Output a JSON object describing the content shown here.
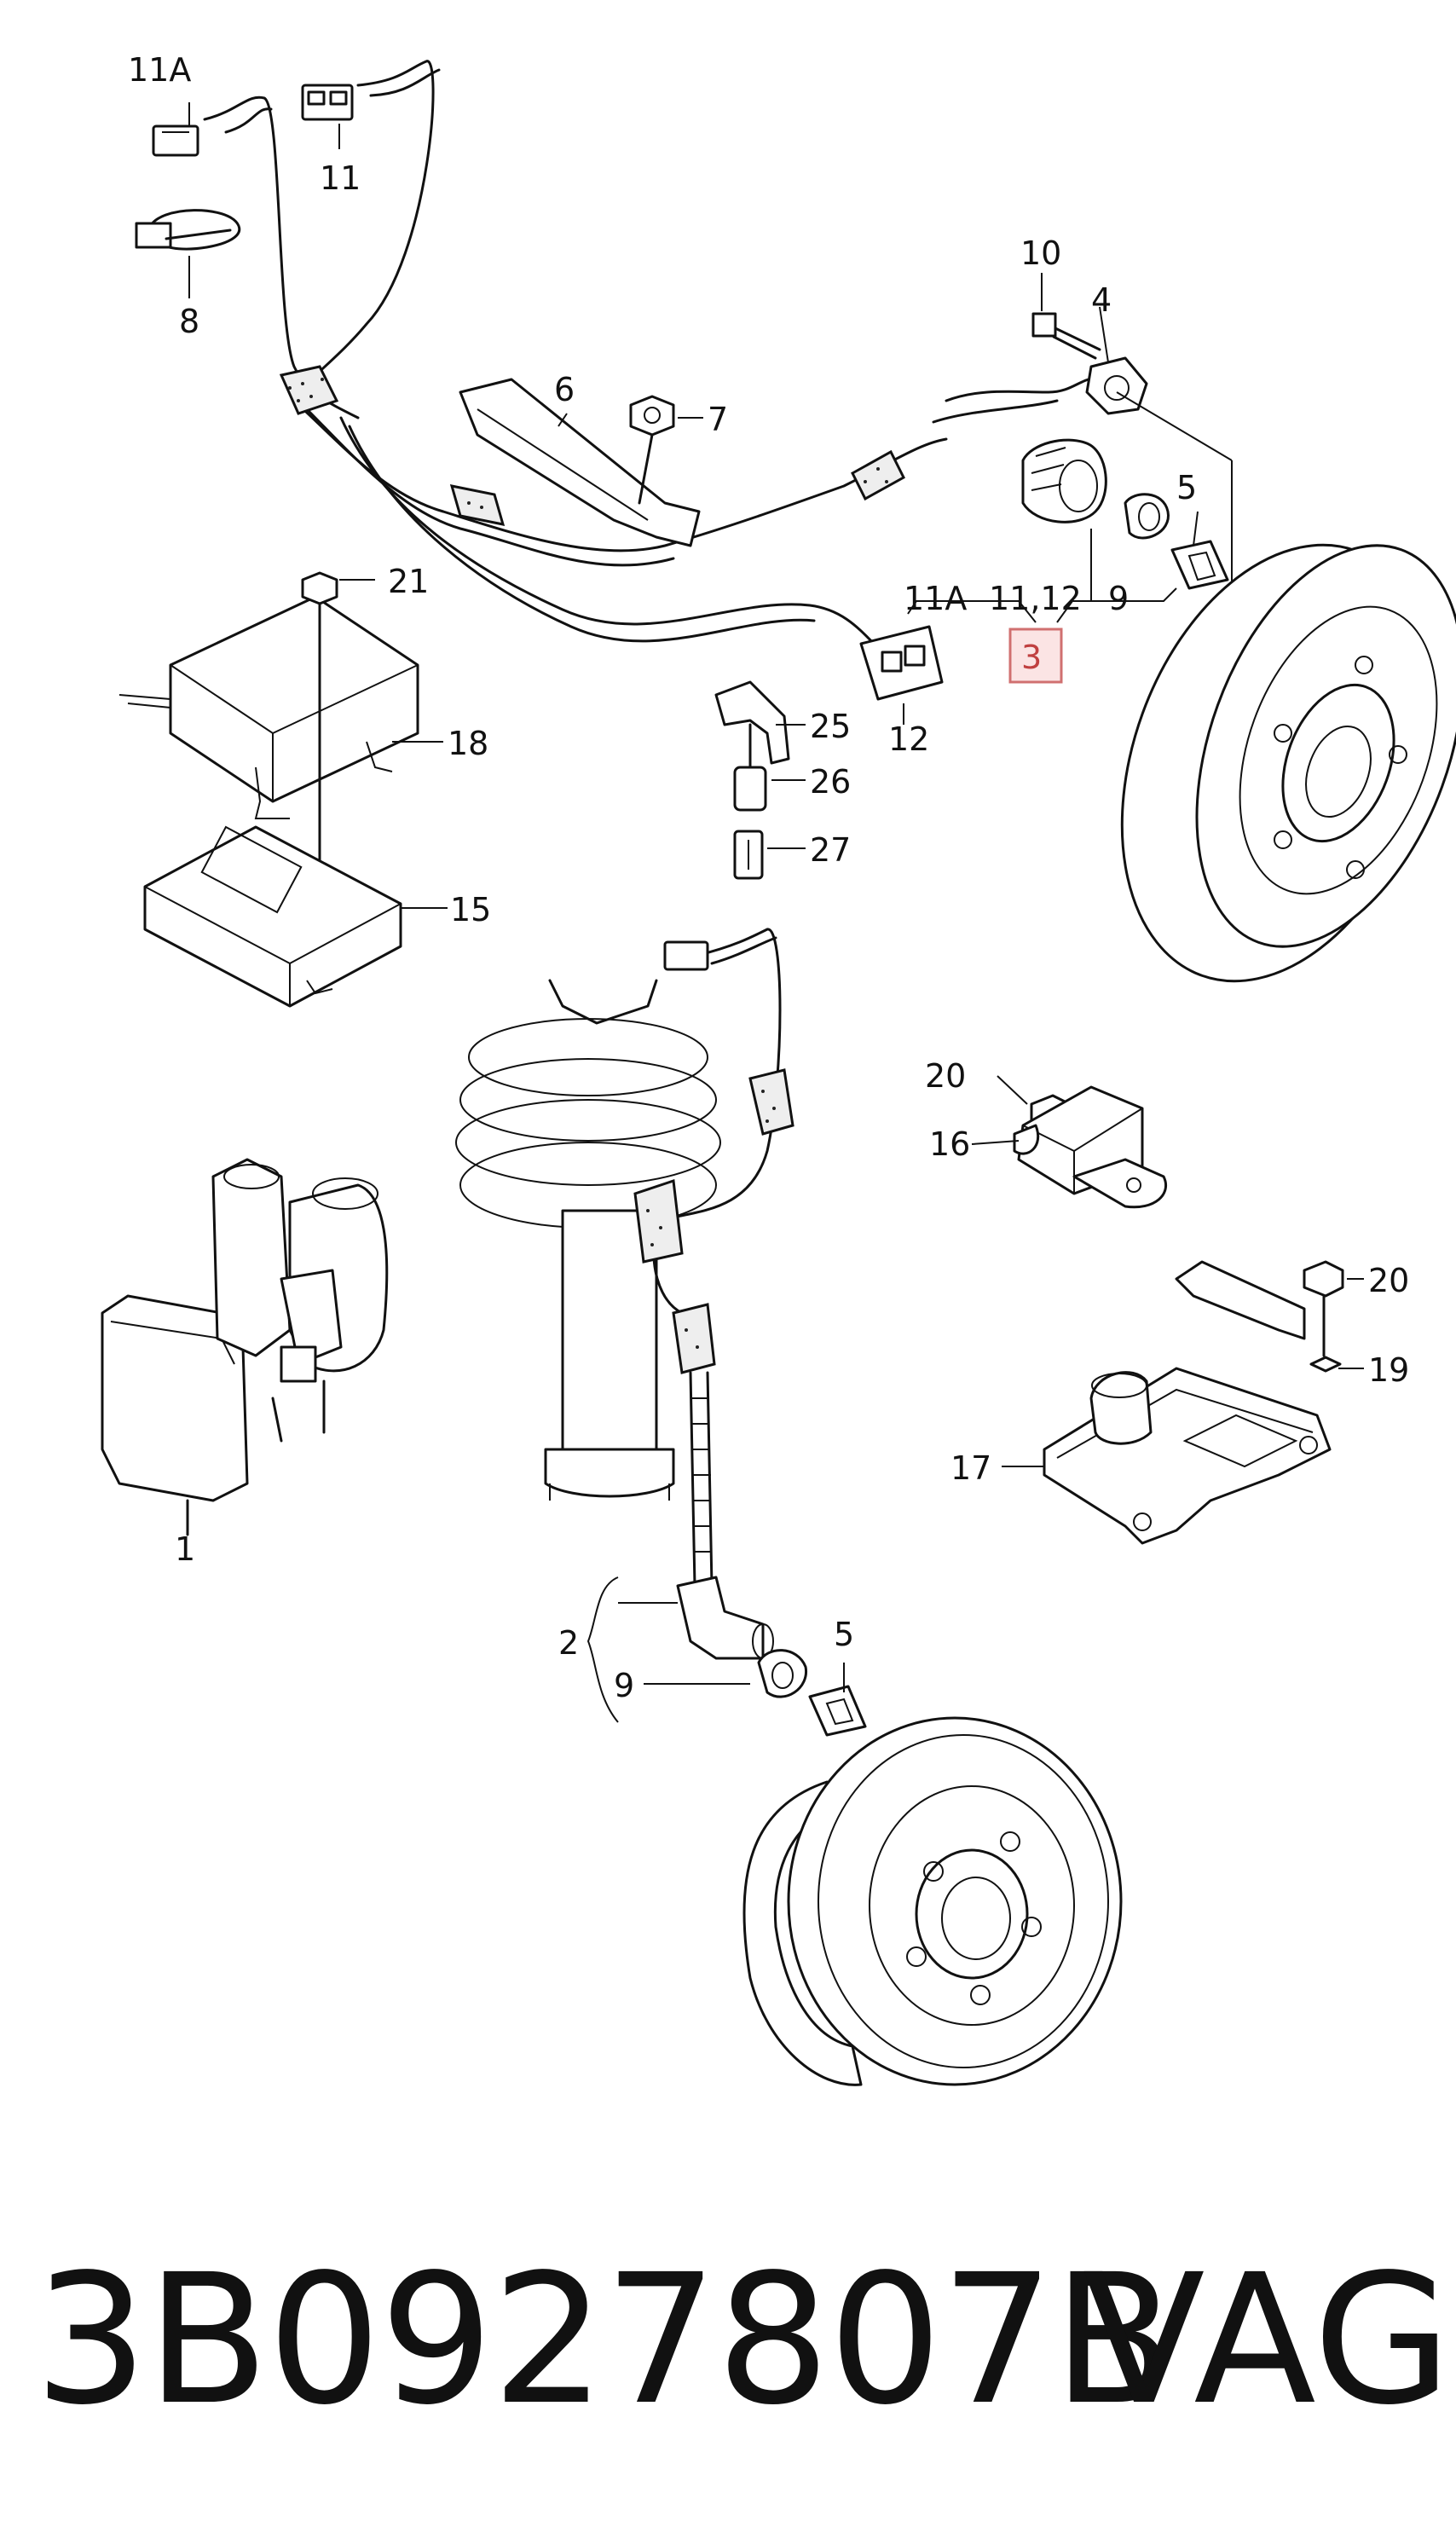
{
  "callouts": {
    "c1": "1",
    "c2": "2",
    "c3": "3",
    "c4": "4",
    "c5a": "5",
    "c5b": "5",
    "c6": "6",
    "c7": "7",
    "c8": "8",
    "c9a": "9",
    "c9b": "9",
    "c10": "10",
    "c11": "11",
    "c11a_top": "11A",
    "c11a_mid": "11A",
    "c11_12": "11,12",
    "c12": "12",
    "c15": "15",
    "c16": "16",
    "c17": "17",
    "c18": "18",
    "c19": "19",
    "c20a": "20",
    "c20b": "20",
    "c21": "21",
    "c25": "25",
    "c26": "26",
    "c27": "27"
  },
  "footer": {
    "part_number": "3B0927807B",
    "brand": "VAG"
  },
  "colors": {
    "highlight_fill": "#fbe4e4",
    "highlight_stroke": "#d07070",
    "highlight_text": "#c04040"
  }
}
